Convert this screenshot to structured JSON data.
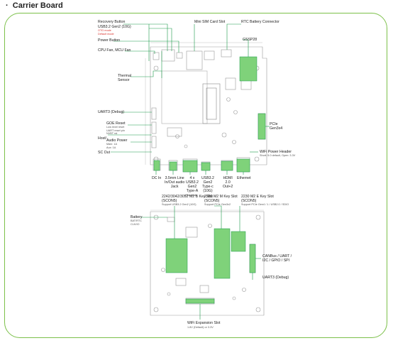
{
  "page": {
    "bullet": "·",
    "title": "Carrier Board"
  },
  "colors": {
    "frame_green": "#7cc04a",
    "leader_green": "#1c9a4a",
    "highlight_green": "#7fd27a",
    "board_stroke": "#9a9a9a"
  },
  "top_board": {
    "labels": {
      "recovery": "Recovery Button",
      "usb_main": "USB3.2 Gen2 (10G)",
      "usb_red": "OTG mode\nDefault mode",
      "power": "Power Button",
      "fan": "CPU Fan, MCU Fan",
      "thermal": "Thermal\nSensor",
      "uart3": "UART3 (Debug)",
      "goe": "GOE Reset",
      "goe_sub": "Low level reset\nUART reset pin\nNVBT rst",
      "host": "Host/",
      "audio": "Audio Power",
      "audio_sub": "Main: 1A\nAux: 1A",
      "sc": "SC Out",
      "minisim": "Mini SIM Card Slot",
      "rtc": "RTC Battery Connector",
      "gssp": "GSSP28",
      "pcie": "PCIe\nGen3x4",
      "wifi_header": "WiFi Power Header",
      "wifi_sub": "Short: 5.0 default, Open: 3.3V",
      "dc": "DC In",
      "jack": "3.5mm Line\nIn/Out audio\nJack",
      "usb30": "4 x\nUSB3.2\nGen2\nType-A",
      "usb30_sub": "(Stacked)",
      "usbc": "USB3.2\nGen2\nType-c\n(10G)",
      "hdmi": "HDMI\n2.0\nOut+2",
      "eth": "Ethernet"
    }
  },
  "bottom_board": {
    "labels": {
      "m2b": "2242/3042/3052 M2 B Key Slot\n(SCON5)",
      "m2b_sub": "Support USB3.2 Gen2 (10G)",
      "m2m": "2280 M2 M Key Slot\n(SCON5)",
      "m2m_sub": "Support PCIe Gen3x2",
      "m2e": "2230 M2 E Key Slot\n(SCON5)",
      "m2e_sub": "Support PCIe Gen4 / 1 / USB2.0 / SDIO",
      "battery": "Battery",
      "battery_sub": "BAT/RTC\nCLK/IO",
      "canbus": "CANBus / UART /\nI2C / GPIO / SPI",
      "uart3b": "UART3 (Debug)",
      "wifiexp": "WiFi Expansion Slot",
      "wifiexp_sub": "1.8V (Default) or 3.3V"
    }
  }
}
